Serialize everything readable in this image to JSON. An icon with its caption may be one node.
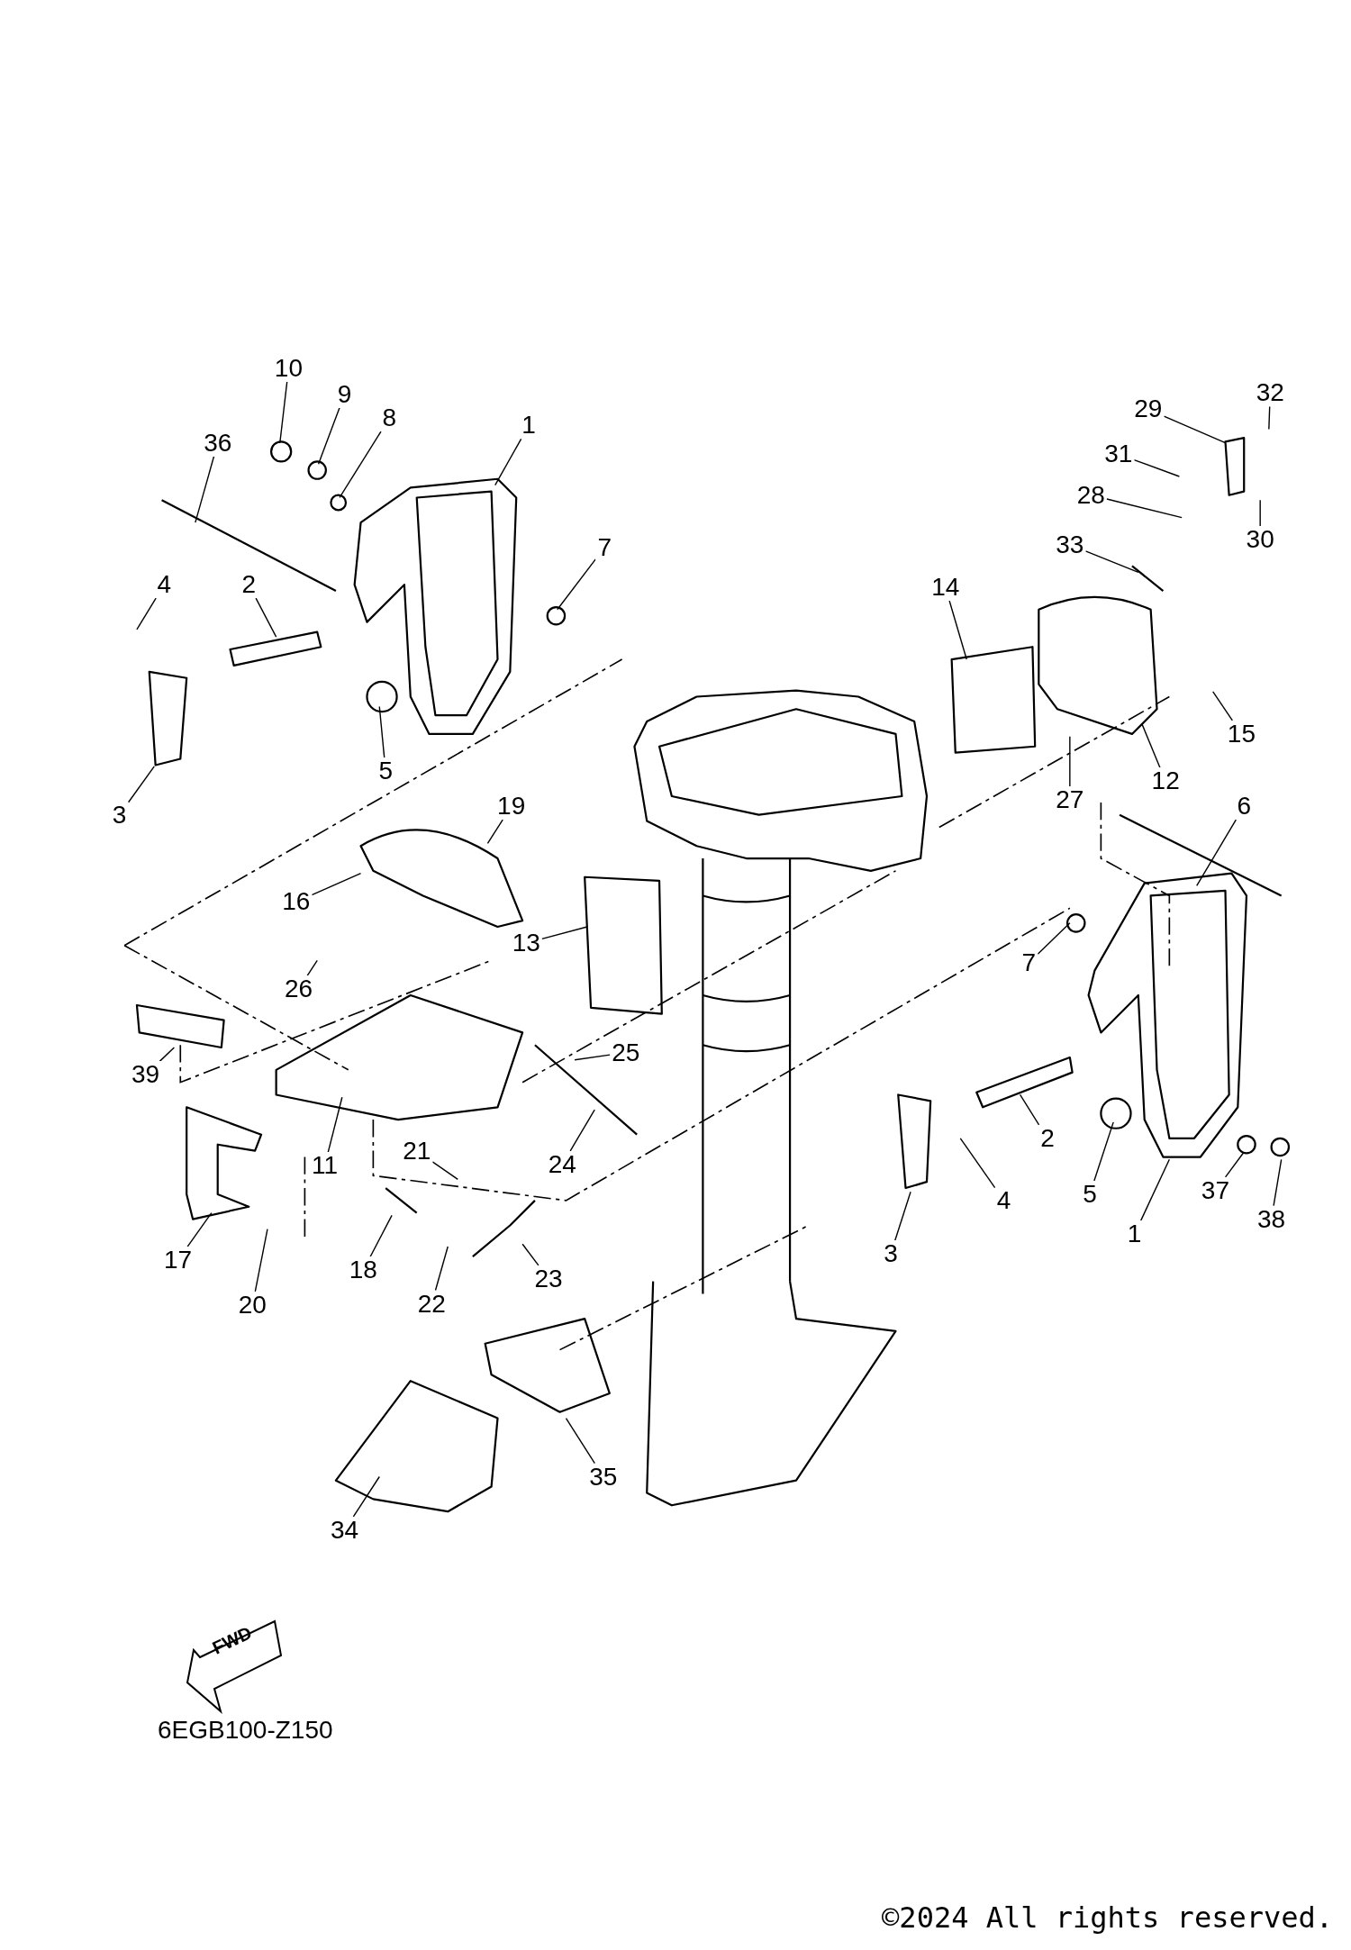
{
  "diagram": {
    "nodes": [
      {
        "text": [
          "10"
        ]
      },
      {
        "text": [
          "9"
        ]
      },
      {
        "text": [
          "8"
        ]
      },
      {
        "text": [
          "1"
        ]
      },
      {
        "text": [
          "32"
        ]
      },
      {
        "text": [
          "29"
        ]
      },
      {
        "text": [
          "36"
        ]
      },
      {
        "text": [
          "31"
        ]
      },
      {
        "text": [
          "28"
        ]
      },
      {
        "text": [
          "33"
        ]
      },
      {
        "text": [
          "7"
        ]
      },
      {
        "text": [
          "30"
        ]
      },
      {
        "text": [
          "4"
        ]
      },
      {
        "text": [
          "2"
        ]
      },
      {
        "text": [
          "14"
        ]
      },
      {
        "text": [
          "15"
        ]
      },
      {
        "text": [
          "5"
        ]
      },
      {
        "text": [
          "12"
        ]
      },
      {
        "text": [
          "27"
        ]
      },
      {
        "text": [
          "3"
        ]
      },
      {
        "text": [
          "19"
        ]
      },
      {
        "text": [
          "6"
        ]
      },
      {
        "text": [
          "16"
        ]
      },
      {
        "text": [
          "13"
        ]
      },
      {
        "text": [
          "7"
        ]
      },
      {
        "text": [
          "26"
        ]
      },
      {
        "text": [
          "25"
        ]
      },
      {
        "text": [
          "39"
        ]
      },
      {
        "text": [
          "2"
        ]
      },
      {
        "text": [
          "21"
        ]
      },
      {
        "text": [
          "24"
        ]
      },
      {
        "text": [
          "11"
        ]
      },
      {
        "text": [
          "37"
        ]
      },
      {
        "text": [
          "5"
        ]
      },
      {
        "text": [
          "4"
        ]
      },
      {
        "text": [
          "38"
        ]
      },
      {
        "text": [
          "1"
        ]
      },
      {
        "text": [
          "3"
        ]
      },
      {
        "text": [
          "17"
        ]
      },
      {
        "text": [
          "18"
        ]
      },
      {
        "text": [
          "23"
        ]
      },
      {
        "text": [
          "20"
        ]
      },
      {
        "text": [
          "22"
        ]
      },
      {
        "text": [
          "35"
        ]
      },
      {
        "text": [
          "34"
        ]
      }
    ],
    "edges": [
      {
        "from": 0,
        "to": null,
        "arrow": "none"
      },
      {
        "from": 1,
        "to": null,
        "arrow": "none"
      },
      {
        "from": 2,
        "to": null,
        "arrow": "none"
      },
      {
        "from": 3,
        "to": null,
        "arrow": "none"
      },
      {
        "from": 4,
        "to": null,
        "arrow": "none"
      },
      {
        "from": 5,
        "to": null,
        "arrow": "none"
      },
      {
        "from": 6,
        "to": null,
        "arrow": "none"
      },
      {
        "from": 7,
        "to": null,
        "arrow": "none"
      },
      {
        "from": 8,
        "to": null,
        "arrow": "none"
      },
      {
        "from": 9,
        "to": null,
        "arrow": "none"
      },
      {
        "from": 10,
        "to": null,
        "arrow": "none"
      },
      {
        "from": 11,
        "to": null,
        "arrow": "none"
      },
      {
        "from": 12,
        "to": null,
        "arrow": "none"
      },
      {
        "from": 13,
        "to": null,
        "arrow": "none"
      },
      {
        "from": 14,
        "to": null,
        "arrow": "none"
      },
      {
        "from": 15,
        "to": null,
        "arrow": "none"
      },
      {
        "from": 16,
        "to": null,
        "arrow": "none"
      },
      {
        "from": 17,
        "to": null,
        "arrow": "none"
      },
      {
        "from": 18,
        "to": null,
        "arrow": "none"
      },
      {
        "from": 19,
        "to": null,
        "arrow": "none"
      },
      {
        "from": 20,
        "to": null,
        "arrow": "none"
      },
      {
        "from": 21,
        "to": null,
        "arrow": "none"
      },
      {
        "from": 22,
        "to": null,
        "arrow": "none"
      },
      {
        "from": 23,
        "to": null,
        "arrow": "none"
      },
      {
        "from": 24,
        "to": null,
        "arrow": "none"
      },
      {
        "from": 25,
        "to": null,
        "arrow": "none"
      },
      {
        "from": 26,
        "to": null,
        "arrow": "none"
      },
      {
        "from": 27,
        "to": null,
        "arrow": "none"
      },
      {
        "from": 28,
        "to": null,
        "arrow": "none"
      },
      {
        "from": 29,
        "to": null,
        "arrow": "none"
      },
      {
        "from": 30,
        "to": null,
        "arrow": "none"
      },
      {
        "from": 31,
        "to": null,
        "arrow": "none"
      },
      {
        "from": 32,
        "to": null,
        "arrow": "none"
      },
      {
        "from": 33,
        "to": null,
        "arrow": "none"
      },
      {
        "from": 34,
        "to": null,
        "arrow": "none"
      },
      {
        "from": 35,
        "to": null,
        "arrow": "none"
      },
      {
        "from": 36,
        "to": null,
        "arrow": "none"
      },
      {
        "from": 37,
        "to": null,
        "arrow": "none"
      },
      {
        "from": 38,
        "to": null,
        "arrow": "none"
      },
      {
        "from": 39,
        "to": null,
        "arrow": "none"
      },
      {
        "from": 40,
        "to": null,
        "arrow": "none"
      },
      {
        "from": 41,
        "to": null,
        "arrow": "none"
      },
      {
        "from": 42,
        "to": null,
        "arrow": "none"
      },
      {
        "from": 43,
        "to": null,
        "arrow": "none"
      },
      {
        "from": 44,
        "to": null,
        "arrow": "none"
      }
    ],
    "labels": [
      "FWD",
      "6EGB100-Z150",
      "©2024 All rights reserved."
    ]
  }
}
